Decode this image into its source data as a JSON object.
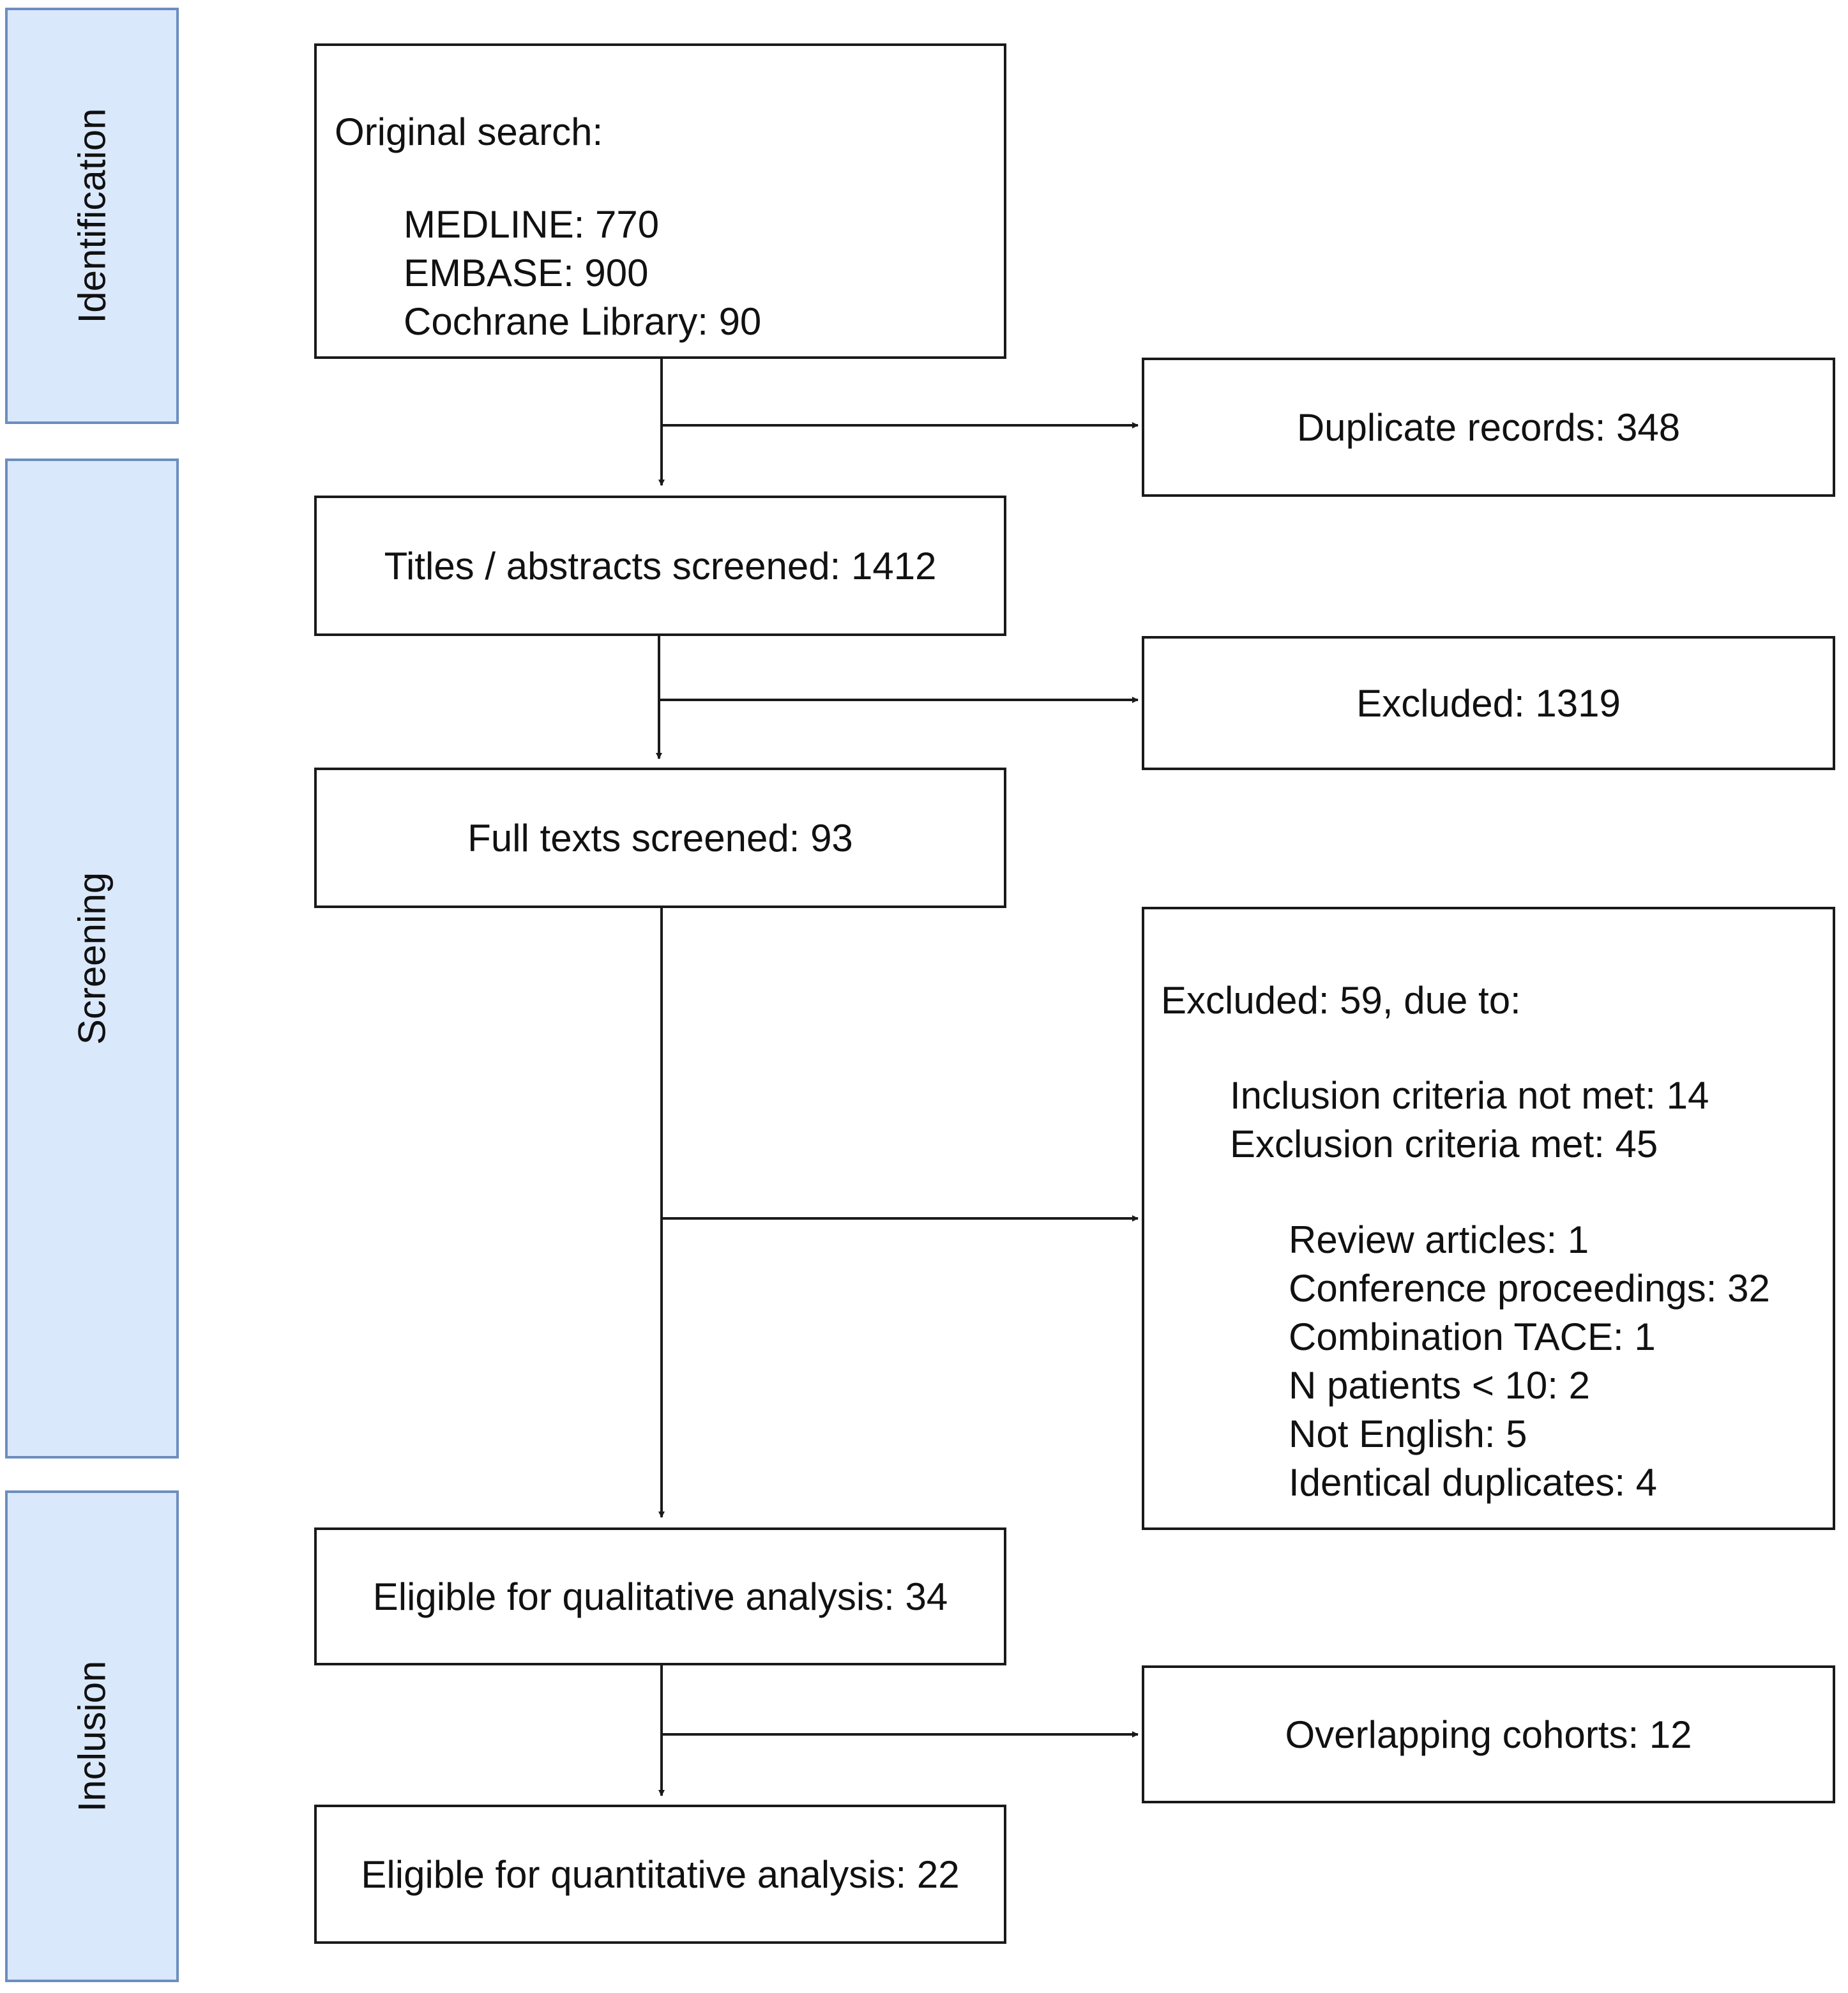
{
  "phases": {
    "identification": "Identification",
    "screening": "Screening",
    "inclusion": "Inclusion"
  },
  "main": {
    "original_search": {
      "title": "Original search:",
      "sources": [
        "MEDLINE: 770",
        "EMBASE: 900",
        "Cochrane Library: 90"
      ]
    },
    "titles_screened": "Titles / abstracts screened:  1412",
    "full_texts": "Full texts screened: 93",
    "qualitative": "Eligible for qualitative analysis: 34",
    "quantitative": "Eligible for quantitative analysis: 22"
  },
  "side": {
    "duplicates": "Duplicate records: 348",
    "excluded_abstracts": "Excluded: 1319",
    "excluded_full": {
      "title": "Excluded: 59, due to:",
      "criteria": [
        "Inclusion criteria not met: 14",
        "Exclusion criteria met: 45"
      ],
      "reasons": [
        "Review articles: 1",
        "Conference proceedings: 32",
        "Combination TACE: 1",
        "N patients < 10: 2",
        "Not English: 5",
        "Identical duplicates: 4"
      ]
    },
    "overlapping": "Overlapping cohorts: 12"
  },
  "colors": {
    "phase_fill": "#dae8fc",
    "phase_border": "#6c8ebf",
    "box_border": "#1a1a1a"
  }
}
